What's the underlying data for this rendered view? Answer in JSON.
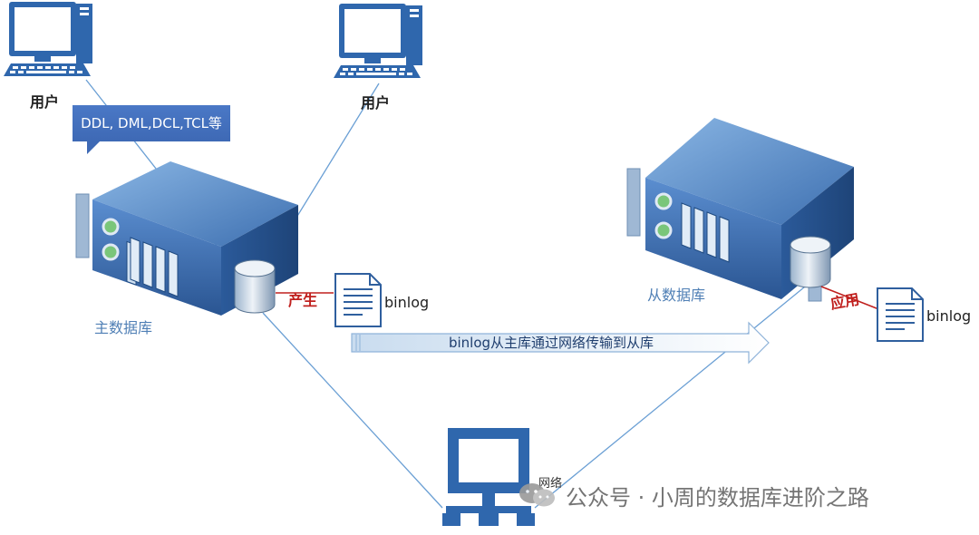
{
  "users": [
    {
      "label": "用户"
    },
    {
      "label": "用户"
    }
  ],
  "callout": {
    "text": "DDL, DML,DCL,TCL等"
  },
  "master": {
    "label": "主数据库",
    "action": "产生",
    "file": "binlog"
  },
  "slave": {
    "label": "从数据库",
    "action": "应用",
    "file": "binlog"
  },
  "transfer": {
    "text": "binlog从主库通过网络传输到从库"
  },
  "network": {
    "label": "网络"
  },
  "watermark": {
    "text": "公众号 · 小周的数据库进阶之路"
  },
  "colors": {
    "accent_blue": "#4472c4",
    "label_blue": "#4f7fb5",
    "red": "#c0201e",
    "line": "#6a9fd4"
  }
}
